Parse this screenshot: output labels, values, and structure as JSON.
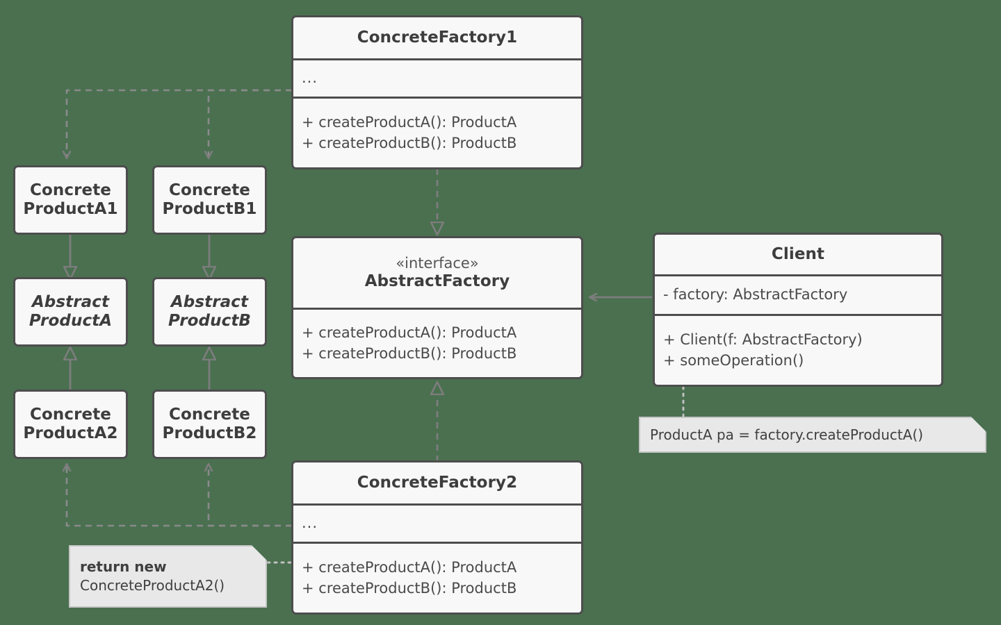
{
  "diagram": {
    "title": "Abstract Factory pattern UML class diagram",
    "background_color": "#4a7050",
    "box_fill": "#f8f8f8",
    "box_border": "#4d4d4d",
    "note_fill": "#e8e8e8",
    "note_border": "#c6c6c6",
    "edge_color": "#7d7d7d"
  },
  "classes": {
    "concrete_factory_1": {
      "name": "ConcreteFactory1",
      "attributes": [
        "..."
      ],
      "operations": [
        "+ createProductA(): ProductA",
        "+ createProductB(): ProductB"
      ]
    },
    "abstract_factory": {
      "stereotype": "«interface»",
      "name": "AbstractFactory",
      "operations": [
        "+ createProductA(): ProductA",
        "+ createProductB(): ProductB"
      ]
    },
    "concrete_factory_2": {
      "name": "ConcreteFactory2",
      "attributes": [
        "..."
      ],
      "operations": [
        "+ createProductA(): ProductA",
        "+ createProductB(): ProductB"
      ]
    },
    "client": {
      "name": "Client",
      "attributes": [
        "- factory: AbstractFactory"
      ],
      "operations": [
        "+ Client(f: AbstractFactory)",
        "+ someOperation()"
      ]
    },
    "concrete_product_a1": {
      "name_line_1": "Concrete",
      "name_line_2": "ProductA1"
    },
    "concrete_product_b1": {
      "name_line_1": "Concrete",
      "name_line_2": "ProductB1"
    },
    "abstract_product_a": {
      "name_line_1": "Abstract",
      "name_line_2": "ProductA"
    },
    "abstract_product_b": {
      "name_line_1": "Abstract",
      "name_line_2": "ProductB"
    },
    "concrete_product_a2": {
      "name_line_1": "Concrete",
      "name_line_2": "ProductA2"
    },
    "concrete_product_b2": {
      "name_line_1": "Concrete",
      "name_line_2": "ProductB2"
    }
  },
  "notes": {
    "client_note": {
      "text": "ProductA pa = factory.createProductA()"
    },
    "factory2_note": {
      "line_1": "return new",
      "line_2": "ConcreteProductA2()"
    }
  },
  "relationships": [
    {
      "name": "concretefactory1-creates-concreteproducta1",
      "type": "dependency",
      "from": "ConcreteFactory1",
      "to": "ConcreteProductA1",
      "style": "dashed",
      "arrow": "open"
    },
    {
      "name": "concretefactory1-creates-concreteproductb1",
      "type": "dependency",
      "from": "ConcreteFactory1",
      "to": "ConcreteProductB1",
      "style": "dashed",
      "arrow": "open"
    },
    {
      "name": "concretefactory1-realizes-abstractfactory",
      "type": "realization",
      "from": "ConcreteFactory1",
      "to": "AbstractFactory",
      "style": "dashed",
      "arrow": "hollow-triangle"
    },
    {
      "name": "concretefactory2-realizes-abstractfactory",
      "type": "realization",
      "from": "ConcreteFactory2",
      "to": "AbstractFactory",
      "style": "dashed",
      "arrow": "hollow-triangle"
    },
    {
      "name": "client-uses-abstractfactory",
      "type": "association",
      "from": "Client",
      "to": "AbstractFactory",
      "style": "solid",
      "arrow": "open"
    },
    {
      "name": "concreteproducta1-extends-abstractproducta",
      "type": "generalization",
      "from": "ConcreteProductA1",
      "to": "AbstractProductA",
      "style": "solid",
      "arrow": "hollow-triangle"
    },
    {
      "name": "concreteproductb1-extends-abstractproductb",
      "type": "generalization",
      "from": "ConcreteProductB1",
      "to": "AbstractProductB",
      "style": "solid",
      "arrow": "hollow-triangle"
    },
    {
      "name": "concreteproducta2-extends-abstractproducta",
      "type": "generalization",
      "from": "ConcreteProductA2",
      "to": "AbstractProductA",
      "style": "solid",
      "arrow": "hollow-triangle"
    },
    {
      "name": "concreteproductb2-extends-abstractproductb",
      "type": "generalization",
      "from": "ConcreteProductB2",
      "to": "AbstractProductB",
      "style": "solid",
      "arrow": "hollow-triangle"
    },
    {
      "name": "concretefactory2-creates-concreteproducta2",
      "type": "dependency",
      "from": "ConcreteFactory2",
      "to": "ConcreteProductA2",
      "style": "dashed",
      "arrow": "open"
    },
    {
      "name": "concretefactory2-creates-concreteproductb2",
      "type": "dependency",
      "from": "ConcreteFactory2",
      "to": "ConcreteProductB2",
      "style": "dashed",
      "arrow": "open"
    },
    {
      "name": "client-note-anchor",
      "type": "note-link",
      "from": "Client",
      "to": "client_note",
      "style": "dotted",
      "arrow": "none"
    },
    {
      "name": "factory2-note-anchor",
      "type": "note-link",
      "from": "ConcreteFactory2",
      "to": "factory2_note",
      "style": "dotted",
      "arrow": "none"
    }
  ]
}
